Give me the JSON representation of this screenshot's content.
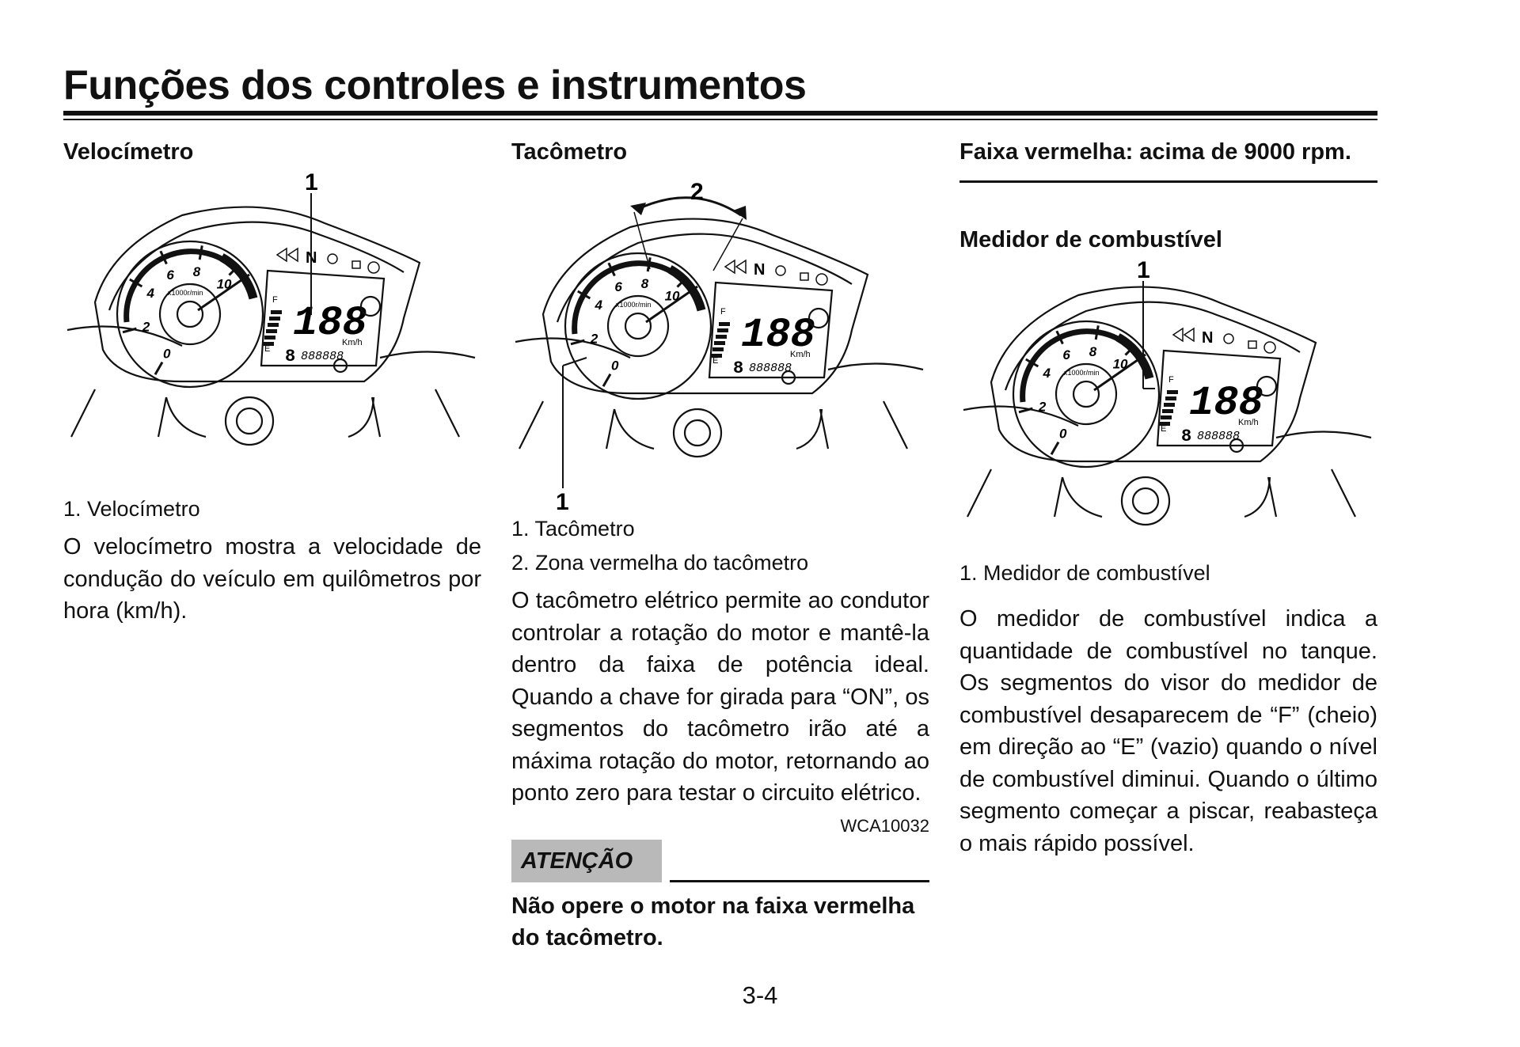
{
  "page": {
    "title": "Funções dos controles e instrumentos",
    "page_number": "3-4"
  },
  "speedometer": {
    "heading": "Velocímetro",
    "figure_callout": "1",
    "captions": [
      "1. Velocímetro"
    ],
    "body": "O velocímetro mostra a velocidade de condução do veículo em quilômetros por hora (km/h)."
  },
  "tachometer": {
    "heading": "Tacômetro",
    "figure_callouts": [
      "1",
      "2"
    ],
    "captions": [
      "1. Tacômetro",
      "2. Zona vermelha do tacômetro"
    ],
    "body": "O tacômetro elétrico permite ao condutor controlar a rotação do motor e mantê-la dentro da faixa de potência ideal. Quando a chave for girada para “ON”, os segmentos do tacômetro irão até a máxima rotação do motor, retornando ao ponto zero para testar o circuito elétrico.",
    "code": "WCA10032",
    "warning_label": "ATENÇÃO",
    "warning_text": "Não opere o motor na faixa vermelha do tacômetro."
  },
  "red_zone": {
    "heading": "Faixa vermelha: acima de 9000 rpm."
  },
  "fuel_gauge": {
    "heading": "Medidor de combustível",
    "figure_callout": "1",
    "captions": [
      "1. Medidor de combustível"
    ],
    "body": "O medidor de combustível indica a quantidade de combustível no tanque. Os segmentos do visor do medidor de combustível desaparecem de “F” (cheio) em direção ao “E” (vazio) quando o nível de combustível diminui. Quando o último segmento começar a piscar, reabasteça o mais rápido possível."
  },
  "instrument_panel": {
    "dial_numbers": [
      "0",
      "2",
      "4",
      "6",
      "8",
      "10"
    ],
    "dial_unit": "x1000r/min",
    "speed_digits": "188",
    "speed_unit": "Km/h",
    "odometer": "888888",
    "gear": "8",
    "fuel_labels": [
      "F",
      "E"
    ],
    "indicator_n": "N"
  }
}
